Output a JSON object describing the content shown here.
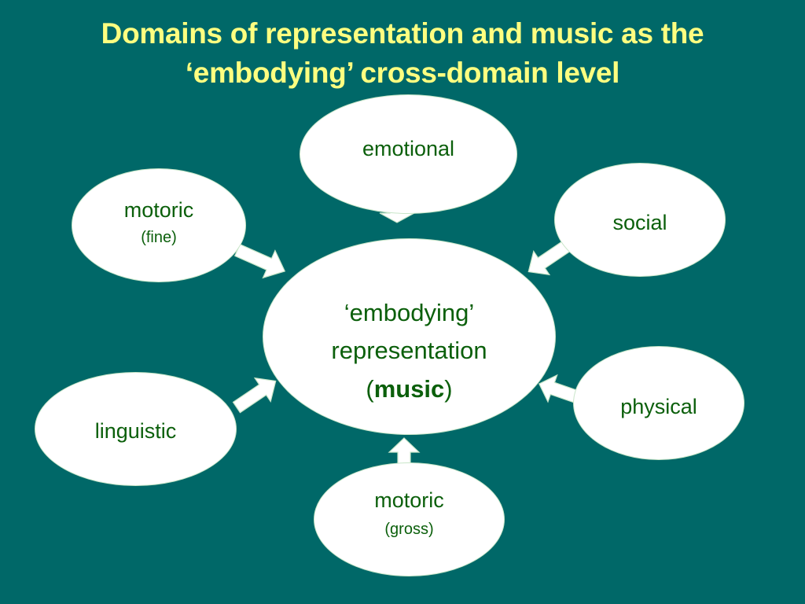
{
  "slide": {
    "title_line1": "Domains of representation and music as the",
    "title_line2": "‘embodying’ cross-domain level"
  },
  "diagram": {
    "center": {
      "line1": "‘embodying’",
      "line2": "representation",
      "line3_open": "(",
      "line3_word": "music",
      "line3_close": ")"
    },
    "nodes": {
      "emotional": {
        "label": "emotional"
      },
      "motoric_fine": {
        "label": "motoric",
        "sub": "(fine)"
      },
      "social": {
        "label": "social"
      },
      "linguistic": {
        "label": "linguistic"
      },
      "physical": {
        "label": "physical"
      },
      "motoric_gross": {
        "label": "motoric",
        "sub": "(gross)"
      }
    }
  },
  "colors": {
    "background": "#006868",
    "title": "#ffff80",
    "node_fill": "#ffffff",
    "node_text": "#0b5f0b",
    "arrow_fill": "#ffffff"
  }
}
